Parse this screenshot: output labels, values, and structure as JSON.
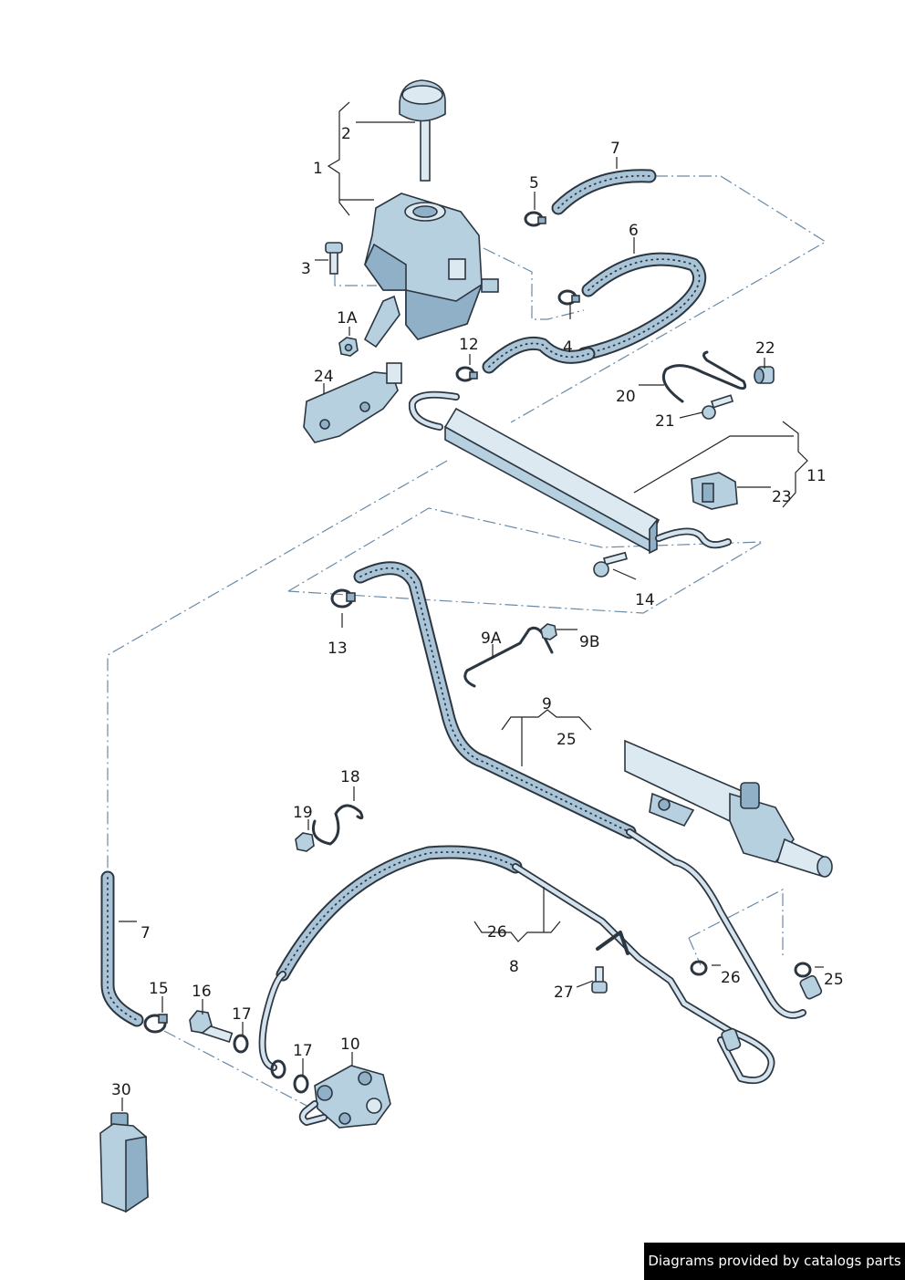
{
  "labels": {
    "p1": "1",
    "p1a": "1A",
    "p2": "2",
    "p3": "3",
    "p4": "4",
    "p5": "5",
    "p6": "6",
    "p7a": "7",
    "p7b": "7",
    "p8": "8",
    "p9": "9",
    "p9a": "9A",
    "p9b": "9B",
    "p10": "10",
    "p11": "11",
    "p12": "12",
    "p13": "13",
    "p14": "14",
    "p15": "15",
    "p16": "16",
    "p17a": "17",
    "p17b": "17",
    "p18": "18",
    "p19": "19",
    "p20": "20",
    "p21": "21",
    "p22": "22",
    "p23": "23",
    "p24": "24",
    "p25a": "25",
    "p25b": "25",
    "p26a": "26",
    "p26b": "26",
    "p27": "27",
    "p30": "30"
  },
  "credit": "Diagrams provided by catalogs parts",
  "colors": {
    "part_fill": "#b7d0e0",
    "outline": "#2c3640",
    "dash_line": "#6a8aa8"
  }
}
